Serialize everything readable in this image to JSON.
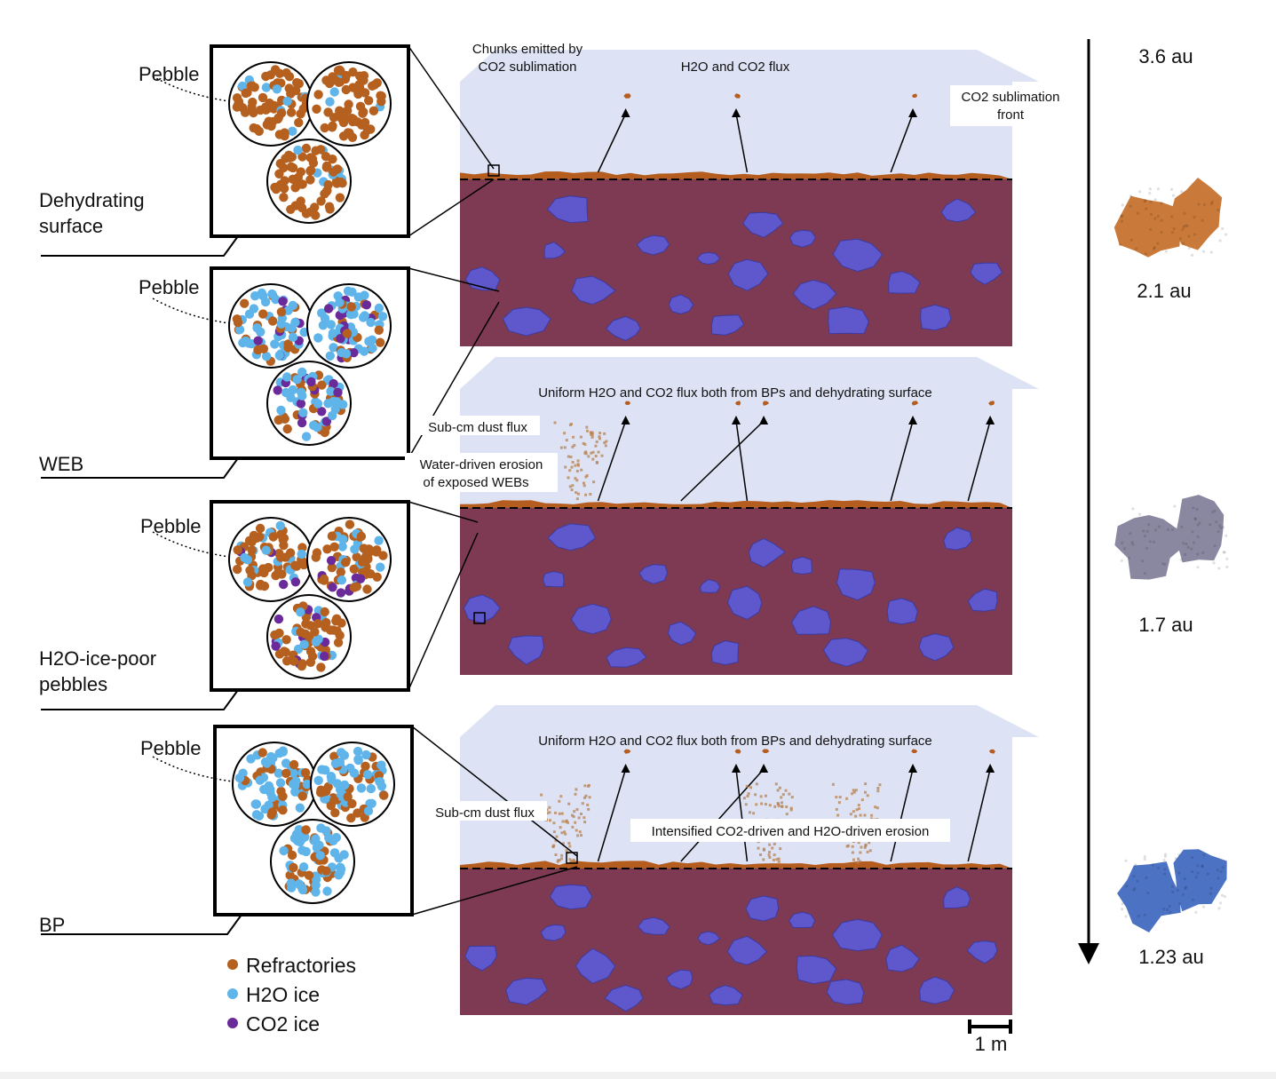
{
  "panels": [
    {
      "label_lines": [
        "Dehydrating",
        "surface"
      ],
      "pebble_label": "Pebble"
    },
    {
      "label_lines": [
        "WEB"
      ],
      "pebble_label": "Pebble"
    },
    {
      "label_lines": [
        "H2O-ice-poor",
        "pebbles"
      ],
      "pebble_label": "Pebble"
    },
    {
      "label_lines": [
        "BP"
      ],
      "pebble_label": "Pebble"
    }
  ],
  "annotations": {
    "chunks": [
      "Chunks emitted by",
      "CO2 sublimation"
    ],
    "flux1": "H2O and CO2 flux",
    "front": [
      "CO2 sublimation",
      "front"
    ],
    "uniform": "Uniform H2O and CO2 flux both from BPs and dehydrating surface",
    "subcm": "Sub-cm dust flux",
    "water_erosion": [
      "Water-driven erosion",
      "of exposed WEBs"
    ],
    "intensified": "Intensified CO2-driven and H2O-driven erosion"
  },
  "distances": [
    "3.6 au",
    "2.1 au",
    "1.7 au",
    "1.23 au"
  ],
  "legend": [
    {
      "label": "Refractories",
      "color": "#b5601f"
    },
    {
      "label": "H2O ice",
      "color": "#5fb4ea"
    },
    {
      "label": "CO2 ice",
      "color": "#6a2a9a"
    }
  ],
  "scale_label": "1 m",
  "colors": {
    "sky": "#dde3f4",
    "interior": "#7e3a52",
    "block": "#5e58cc",
    "crust": "#b55c1f",
    "comet_orange": "#c97a3a",
    "comet_grey": "#8a88a0",
    "comet_blue": "#4c72c4"
  }
}
